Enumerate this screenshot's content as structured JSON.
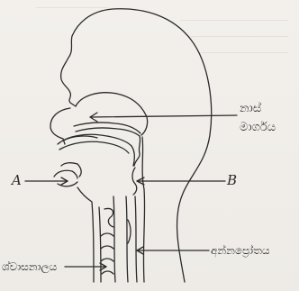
{
  "labels": {
    "nasal_line1": "නාස්",
    "nasal_line2": "මාර්ගය",
    "point_a": "A",
    "point_b": "B",
    "trachea": "ශ්වාසනාලය",
    "esophagus": "අන්නප්‍රෝතය"
  },
  "colors": {
    "ink": "#2a2a2a",
    "paper": "#f1eeea"
  }
}
